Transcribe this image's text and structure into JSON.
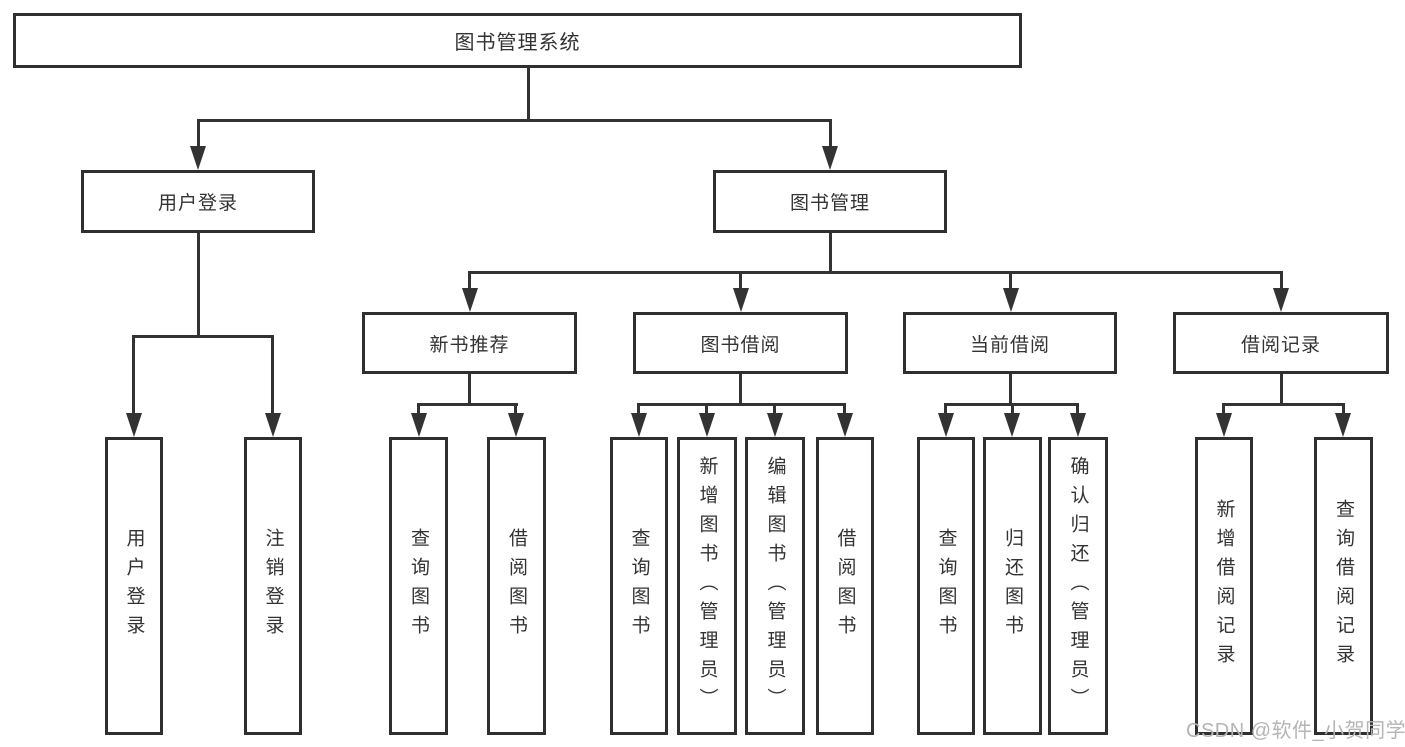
{
  "tree": {
    "root": {
      "label": "图书管理系统"
    },
    "branches": [
      {
        "label": "用户登录",
        "children": [
          {
            "label": "用户登录"
          },
          {
            "label": "注销登录"
          }
        ]
      },
      {
        "label": "图书管理",
        "children": [
          {
            "label": "新书推荐",
            "children": [
              {
                "label": "查询图书"
              },
              {
                "label": "借阅图书"
              }
            ]
          },
          {
            "label": "图书借阅",
            "children": [
              {
                "label": "查询图书"
              },
              {
                "label": "新增图书（管理员）"
              },
              {
                "label": "编辑图书（管理员）"
              },
              {
                "label": "借阅图书"
              }
            ]
          },
          {
            "label": "当前借阅",
            "children": [
              {
                "label": "查询图书"
              },
              {
                "label": "归还图书"
              },
              {
                "label": "确认归还（管理员）"
              }
            ]
          },
          {
            "label": "借阅记录",
            "children": [
              {
                "label": "新增借阅记录"
              },
              {
                "label": "查询借阅记录"
              }
            ]
          }
        ]
      }
    ]
  },
  "watermark": "CSDN @软件_小贺同学",
  "colors": {
    "line": "#333333",
    "box_border": "#2f2f2f",
    "box_fill": "#ffffff",
    "text": "#333333",
    "watermark": "#b5b5b5",
    "background": "#ffffff"
  }
}
